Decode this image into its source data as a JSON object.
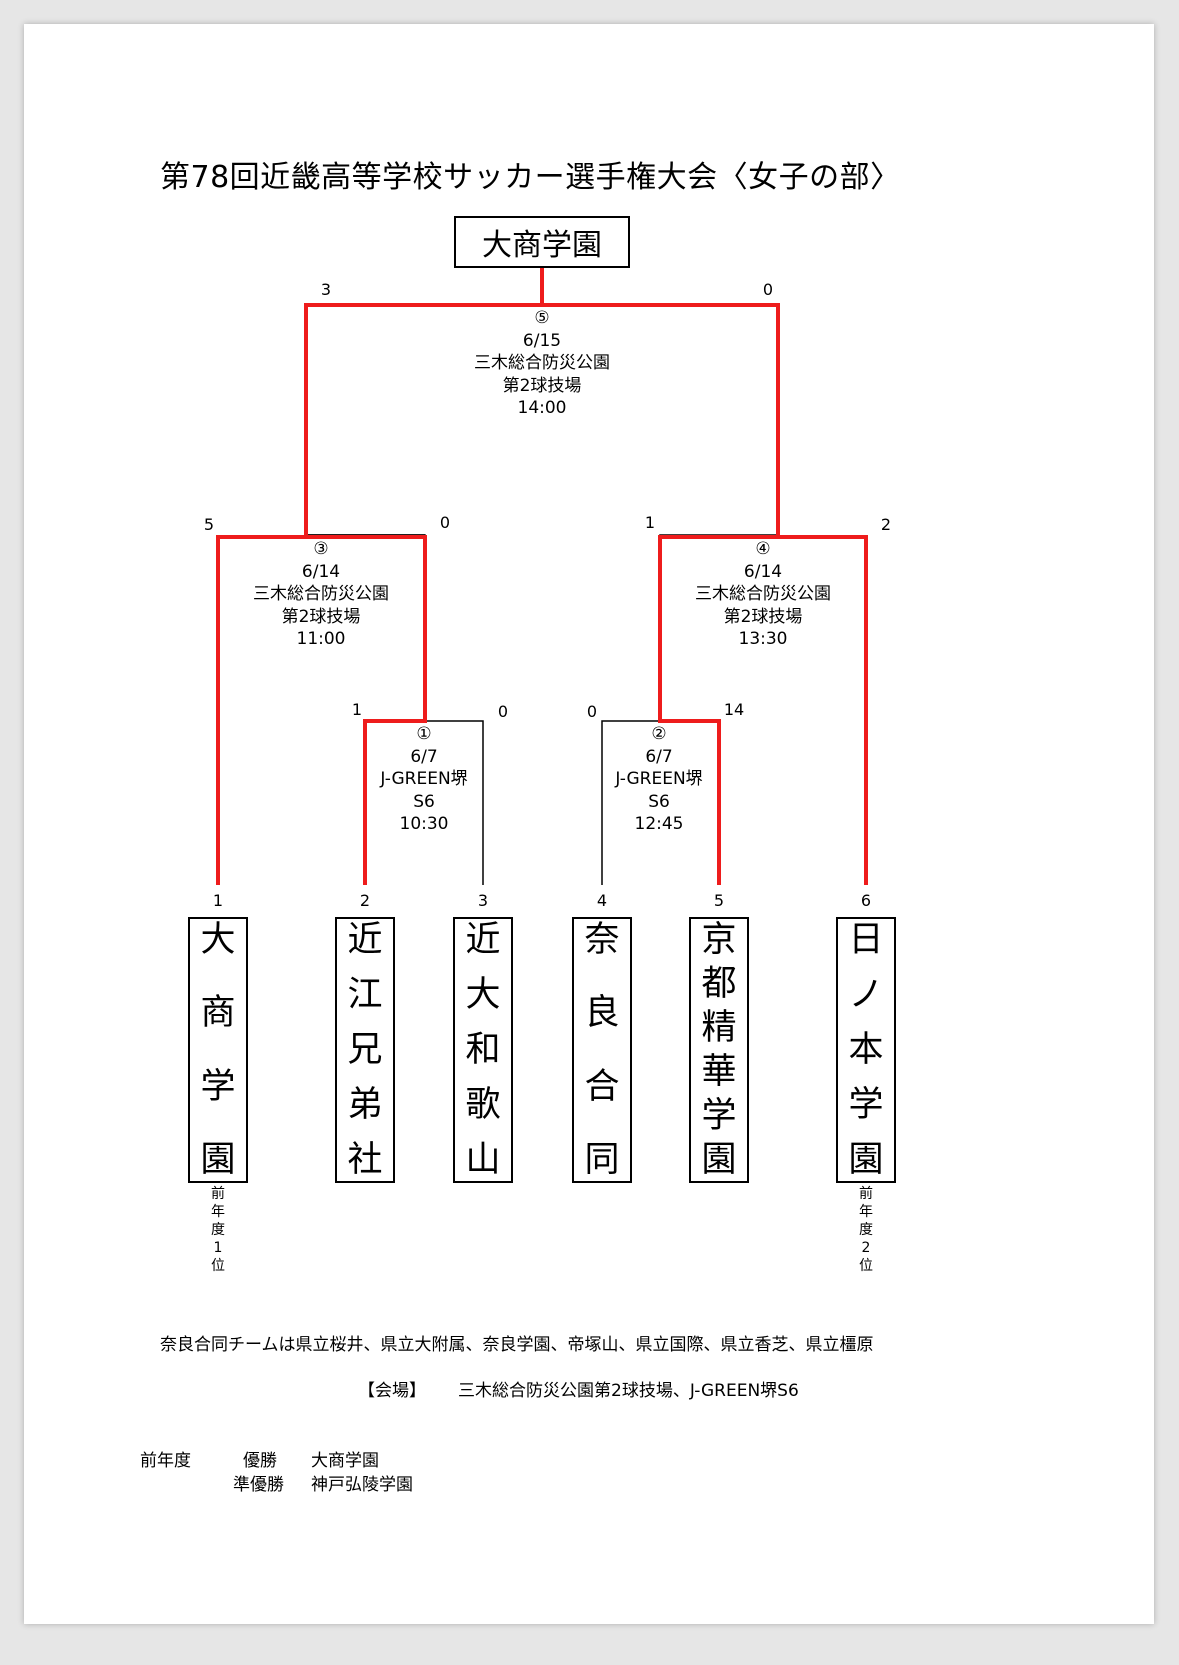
{
  "title": "第78回近畿高等学校サッカー選手権大会〈女子の部〉",
  "champion": "大商学園",
  "matches": [
    {
      "num": "①",
      "date": "6/7",
      "venue1": "J-GREEN堺",
      "venue2": "S6",
      "time": "10:30",
      "score_left": "1",
      "score_right": "0"
    },
    {
      "num": "②",
      "date": "6/7",
      "venue1": "J-GREEN堺",
      "venue2": "S6",
      "time": "12:45",
      "score_left": "0",
      "score_right": "14"
    },
    {
      "num": "③",
      "date": "6/14",
      "venue1": "三木総合防災公園",
      "venue2": "第2球技場",
      "time": "11:00",
      "score_left": "5",
      "score_right": "0"
    },
    {
      "num": "④",
      "date": "6/14",
      "venue1": "三木総合防災公園",
      "venue2": "第2球技場",
      "time": "13:30",
      "score_left": "1",
      "score_right": "2"
    },
    {
      "num": "⑤",
      "date": "6/15",
      "venue1": "三木総合防災公園",
      "venue2": "第2球技場",
      "time": "14:00",
      "score_left": "3",
      "score_right": "0"
    }
  ],
  "teams": [
    {
      "seed": "1",
      "chars": [
        "大",
        "商",
        "学",
        "園"
      ],
      "note": [
        "前",
        "年",
        "度",
        "1",
        "位"
      ]
    },
    {
      "seed": "2",
      "chars": [
        "近",
        "江",
        "兄",
        "弟",
        "社"
      ],
      "note": []
    },
    {
      "seed": "3",
      "chars": [
        "近",
        "大",
        "和",
        "歌",
        "山"
      ],
      "note": []
    },
    {
      "seed": "4",
      "chars": [
        "奈",
        "良",
        "合",
        "同"
      ],
      "note": []
    },
    {
      "seed": "5",
      "chars": [
        "京",
        "都",
        "精",
        "華",
        "学",
        "園"
      ],
      "note": []
    },
    {
      "seed": "6",
      "chars": [
        "日",
        "ノ",
        "本",
        "学",
        "園"
      ],
      "note": [
        "前",
        "年",
        "度",
        "2",
        "位"
      ]
    }
  ],
  "footnote": "奈良合同チームは県立桜井、県立大附属、奈良学園、帝塚山、県立国際、県立香芝、県立橿原",
  "venue_label": "【会場】",
  "venue_text": "三木総合防災公園第2球技場、J-GREEN堺S6",
  "previous": {
    "label": "前年度",
    "winner_label": "優勝",
    "winner": "大商学園",
    "runnerup_label": "準優勝",
    "runnerup": "神戸弘陵学園"
  },
  "colors": {
    "winner_line": "#ee1c1c",
    "line": "#000000"
  }
}
